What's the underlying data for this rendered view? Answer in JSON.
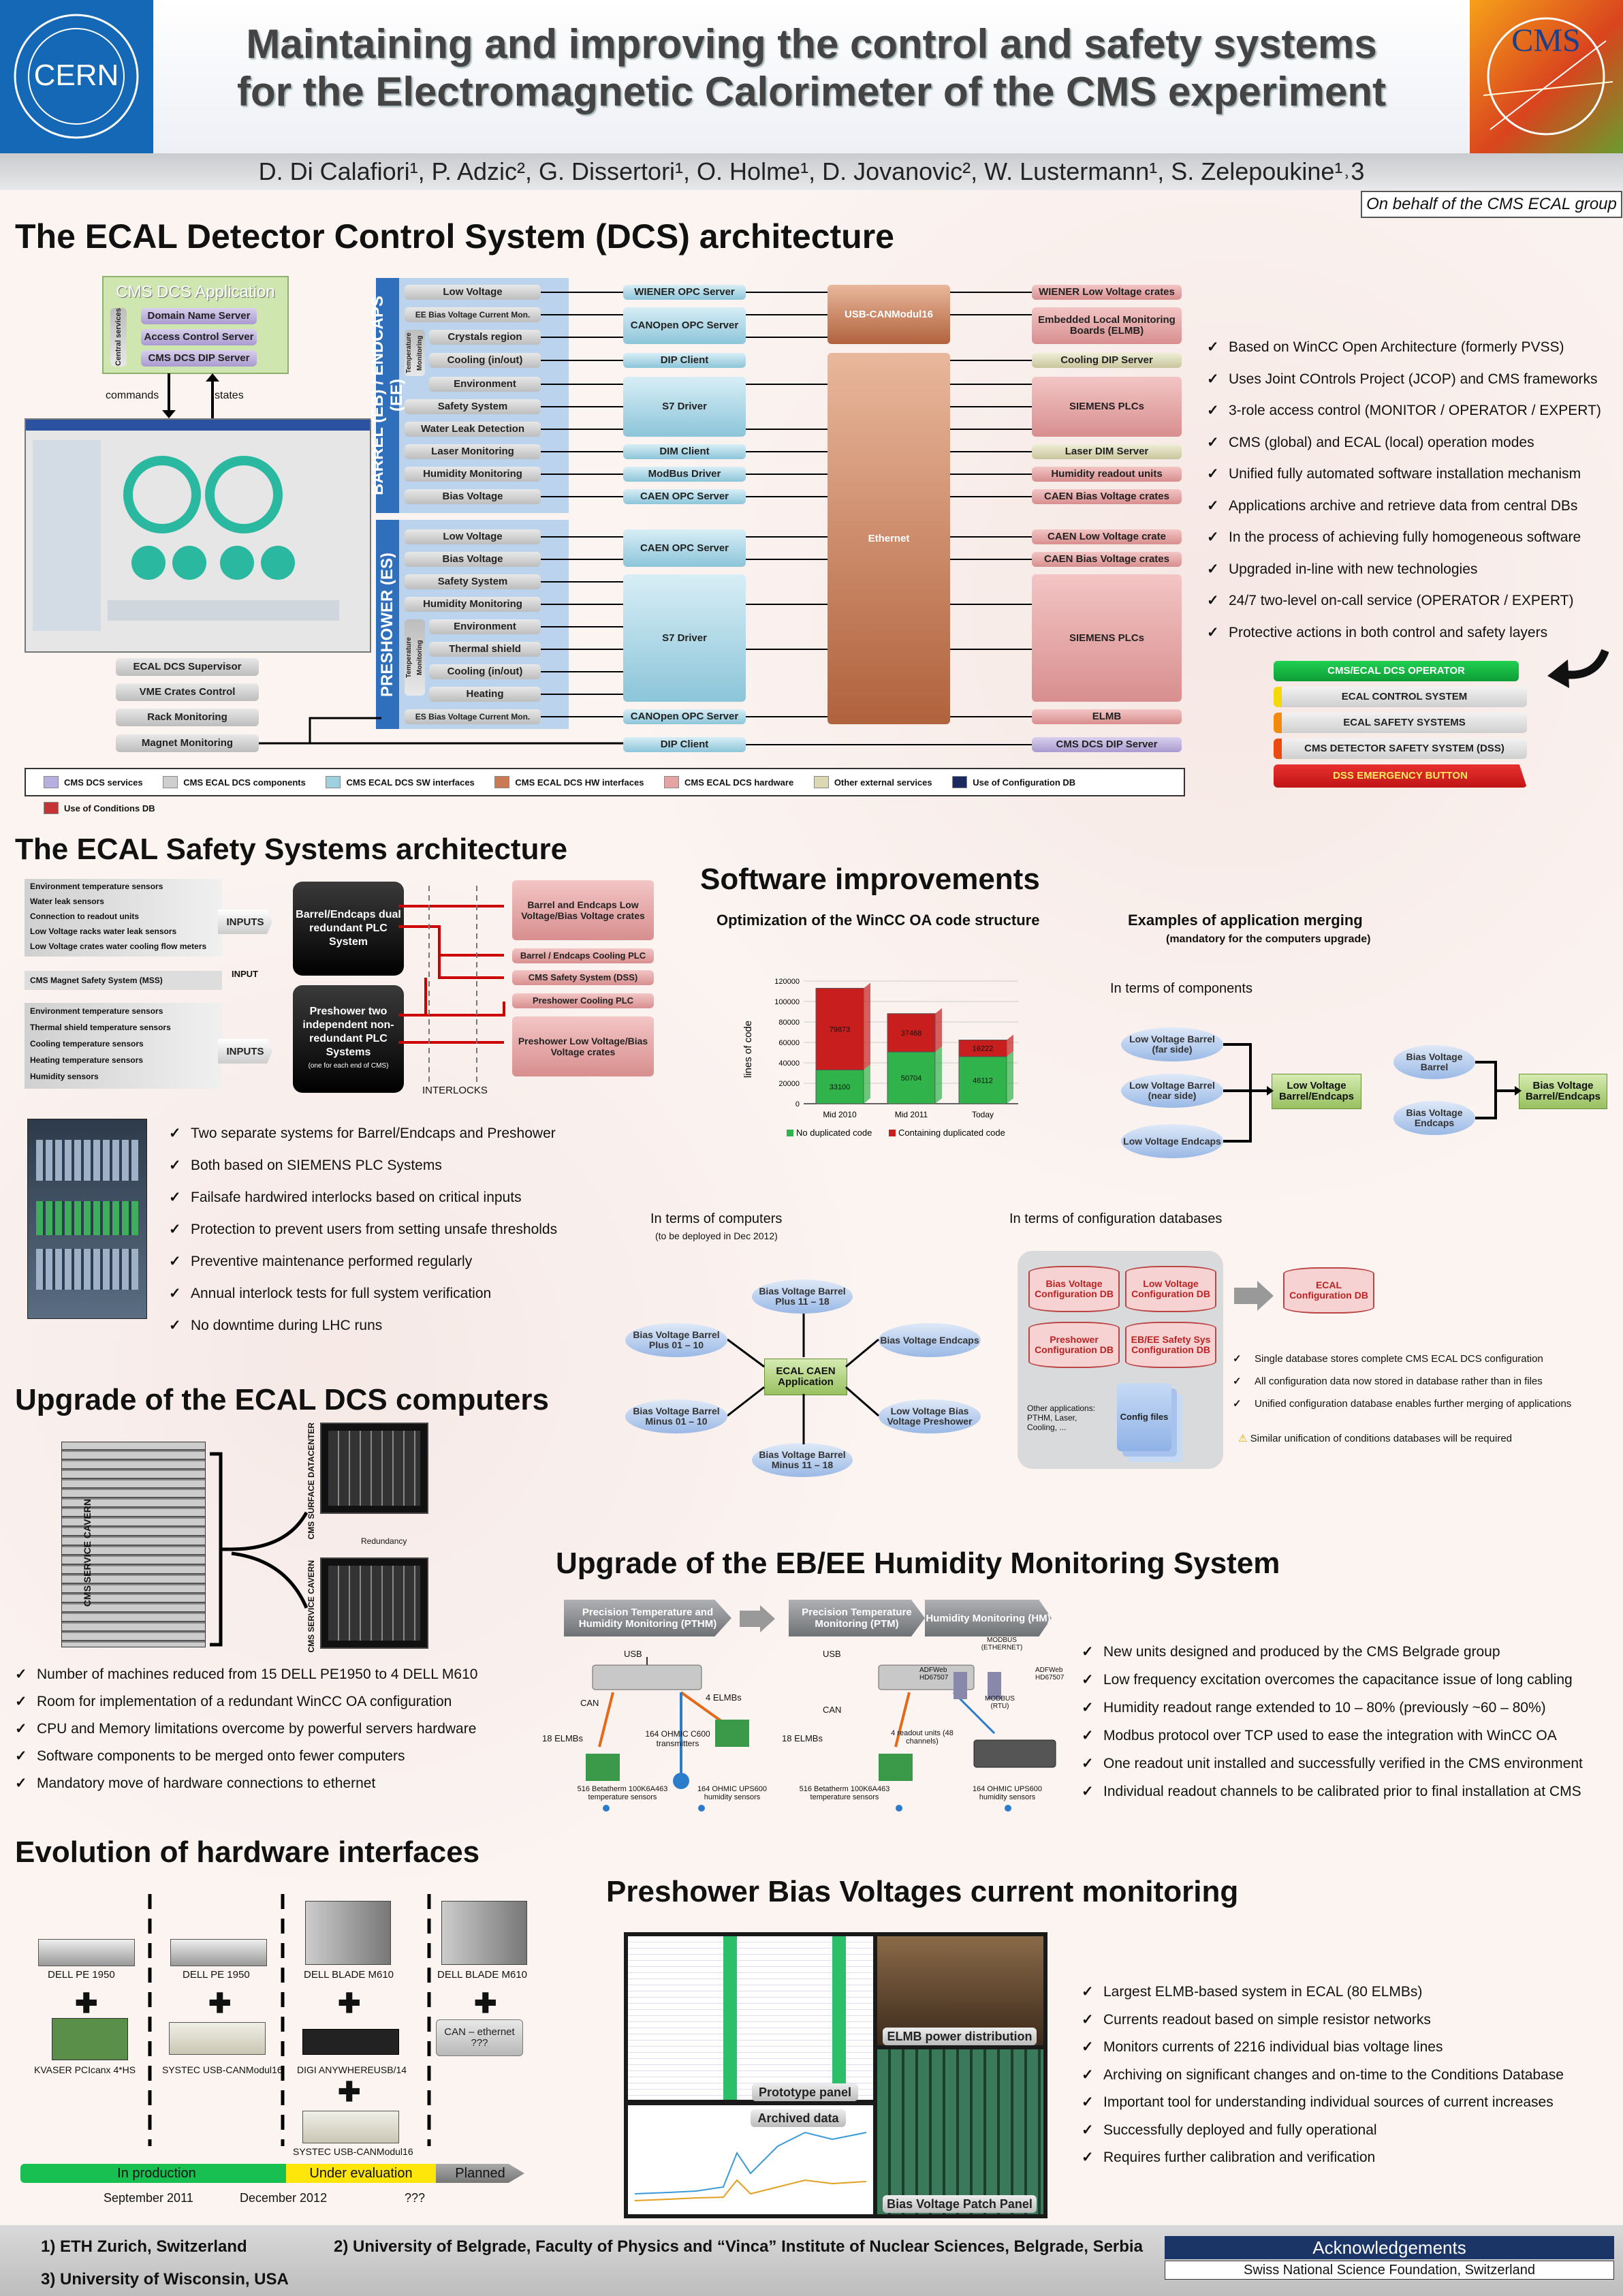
{
  "header": {
    "title_line1": "Maintaining and improving the control and safety systems",
    "title_line2": "for the Electromagnetic Calorimeter of the CMS experiment",
    "cern_logo": "CERN",
    "cms_logo": "CMS",
    "authors": "D. Di Calafiori¹, P. Adzic², G. Dissertori¹, O. Holme¹, D. Jovanovic², W. Lustermann¹, S. Zelepoukine¹˒3",
    "behalf": "On behalf of the CMS ECAL group"
  },
  "dcs": {
    "heading": "The ECAL Detector Control System (DCS) architecture",
    "app_title": "CMS DCS Application",
    "central_services": "Central services",
    "app_items": [
      "Domain Name Server",
      "Access Control Server",
      "CMS DCS DIP Server"
    ],
    "commands": "commands",
    "states": "states",
    "barrel_label": "BARREL (EB) / ENDCAPS (EE)",
    "preshower_label": "PRESHOWER (ES)",
    "temp_mon": "Temperature Monitoring",
    "barrel_components": [
      "Low Voltage",
      "EE Bias Voltage Current Mon.",
      "Crystals region",
      "Cooling (in/out)",
      "Environment",
      "Safety System",
      "Water Leak Detection",
      "Laser Monitoring",
      "Humidity Monitoring",
      "Bias Voltage"
    ],
    "preshower_components": [
      "Low Voltage",
      "Bias Voltage",
      "Safety System",
      "Humidity Monitoring",
      "Environment",
      "Thermal shield",
      "Cooling (in/out)",
      "Heating",
      "ES Bias Voltage Current Mon."
    ],
    "sw_interfaces": [
      "WIENER OPC Server",
      "CANOpen OPC Server",
      "DIP Client",
      "S7 Driver",
      "DIM Client",
      "ModBus Driver",
      "CAEN OPC Server",
      "CAEN OPC Server",
      "S7 Driver",
      "CANOpen OPC Server",
      "DIP Client"
    ],
    "hw_interfaces": [
      "USB-CANModul16",
      "Ethernet"
    ],
    "hardware": [
      "WIENER Low Voltage crates",
      "Embedded Local Monitoring Boards (ELMB)",
      "Cooling DIP Server",
      "SIEMENS PLCs",
      "Laser DIM Server",
      "Humidity readout units",
      "CAEN Bias Voltage crates",
      "CAEN Low Voltage crate",
      "CAEN Bias Voltage crates",
      "SIEMENS PLCs",
      "ELMB",
      "CMS DCS DIP Server"
    ],
    "supervisor": [
      "ECAL DCS Supervisor",
      "VME Crates Control",
      "Rack Monitoring",
      "Magnet Monitoring"
    ],
    "legend": [
      "CMS DCS services",
      "CMS ECAL DCS components",
      "CMS ECAL DCS SW interfaces",
      "CMS ECAL DCS HW interfaces",
      "CMS ECAL DCS hardware",
      "Other external services",
      "Use of Configuration DB",
      "Use of Conditions DB"
    ],
    "legend_colors": [
      "#b8aee0",
      "#cfcfcf",
      "#9fd0e0",
      "#c97a55",
      "#e6a3a3",
      "#dcd8b4",
      "#1b2a5e",
      "#c43434"
    ],
    "bullets": [
      "Based on WinCC Open Architecture (formerly PVSS)",
      "Uses Joint COntrols Project (JCOP) and CMS frameworks",
      "3-role access control (MONITOR / OPERATOR / EXPERT)",
      "CMS (global) and ECAL (local) operation modes",
      "Unified fully automated software installation mechanism",
      "Applications archive and retrieve data from central DBs",
      "In the process of achieving fully homogeneous software",
      "Upgraded in-line with new technologies",
      "24/7 two-level on-call service (OPERATOR / EXPERT)",
      "Protective actions in both control and safety layers"
    ],
    "pyramid": [
      "CMS/ECAL DCS OPERATOR",
      "ECAL CONTROL SYSTEM",
      "ECAL SAFETY SYSTEMS",
      "CMS DETECTOR SAFETY SYSTEM (DSS)",
      "DSS EMERGENCY BUTTON"
    ]
  },
  "safety": {
    "heading": "The ECAL Safety Systems architecture",
    "inputs_barrel": [
      "Environment temperature sensors",
      "Water leak sensors",
      "Connection to readout units",
      "Low Voltage racks water leak sensors",
      "Low Voltage crates water cooling flow meters"
    ],
    "mss": "CMS Magnet Safety System (MSS)",
    "inputs_preshower": [
      "Environment temperature sensors",
      "Thermal shield temperature sensors",
      "Cooling temperature sensors",
      "Heating temperature sensors",
      "Humidity sensors"
    ],
    "inputs_label": "INPUTS",
    "input_label": "INPUT",
    "plc1": "Barrel/Endcaps dual redundant PLC System",
    "plc2": "Preshower two independent non-redundant PLC Systems",
    "plc2_note": "(one for each end of CMS)",
    "interlocks": "INTERLOCKS",
    "targets": [
      "Barrel and Endcaps Low Voltage/Bias Voltage crates",
      "Barrel / Endcaps Cooling PLC",
      "CMS Safety System (DSS)",
      "Preshower Cooling PLC",
      "Preshower Low Voltage/Bias Voltage crates"
    ],
    "bullets": [
      "Two separate systems for Barrel/Endcaps and Preshower",
      "Both based on SIEMENS PLC Systems",
      "Failsafe hardwired interlocks based on critical inputs",
      "Protection to prevent users from setting unsafe thresholds",
      "Preventive maintenance performed regularly",
      "Annual interlock tests for full system verification",
      "No downtime during LHC runs"
    ]
  },
  "software": {
    "heading": "Software improvements",
    "opt_title": "Optimization of the WinCC OA code structure",
    "merge_title": "Examples of application merging",
    "merge_sub": "(mandatory for the computers upgrade)",
    "components_title": "In terms of components",
    "lv_inputs": [
      "Low Voltage Barrel (far side)",
      "Low Voltage Barrel (near side)",
      "Low Voltage Endcaps"
    ],
    "lv_output": "Low Voltage Barrel/Endcaps",
    "bv_inputs": [
      "Bias Voltage Barrel",
      "Bias Voltage Endcaps"
    ],
    "bv_output": "Bias Voltage Barrel/Endcaps",
    "computers_title": "In terms of computers",
    "computers_sub": "(to be deployed in Dec 2012)",
    "caen_center": "ECAL CAEN Application",
    "caen_nodes": [
      "Bias Voltage Barrel Plus 11 – 18",
      "Bias Voltage Endcaps",
      "Low Voltage Bias Voltage Preshower",
      "Bias Voltage Barrel Minus 11 – 18",
      "Bias Voltage Barrel Minus 01 – 10",
      "Bias Voltage Barrel Plus 01 – 10"
    ],
    "configdb_title": "In terms of configuration databases",
    "dbs": [
      "Bias Voltage Configuration DB",
      "Low Voltage Configuration DB",
      "Preshower Configuration DB",
      "EB/EE Safety Sys Configuration DB"
    ],
    "other_apps": "Other applications: PTHM, Laser, Cooling, ...",
    "config_files": "Config files",
    "ecal_db": "ECAL Configuration DB",
    "db_bullets": [
      "Single database stores complete CMS ECAL DCS configuration",
      "All configuration data now stored in database rather than in files",
      "Unified configuration database enables further merging of applications"
    ],
    "db_warning": "Similar unification of conditions databases will be required"
  },
  "chart_data": {
    "type": "bar",
    "stacked": true,
    "categories": [
      "Mid 2010",
      "Mid 2011",
      "Today"
    ],
    "series": [
      {
        "name": "No duplicated code",
        "values": [
          33100,
          50704,
          46112
        ],
        "color": "#2fb34a"
      },
      {
        "name": "Containing duplicated code",
        "values": [
          79873,
          37468,
          16222
        ],
        "color": "#c81e1e"
      }
    ],
    "ylabel": "lines of code",
    "ylim": [
      0,
      120000
    ],
    "yticks": [
      0,
      20000,
      40000,
      60000,
      80000,
      100000,
      120000
    ],
    "legend": "bottom"
  },
  "computers": {
    "heading": "Upgrade of the ECAL DCS computers",
    "service_cavern": "CMS SERVICE CAVERN",
    "surface_dc": "CMS SURFACE DATACENTER",
    "redundancy": "Redundancy",
    "bullets": [
      "Number of machines reduced from 15 DELL PE1950 to 4 DELL M610",
      "Room for implementation of a redundant WinCC OA configuration",
      "CPU and Memory limitations overcome by powerful servers hardware",
      "Software components to be merged onto fewer computers",
      "Mandatory move of hardware connections to ethernet"
    ]
  },
  "humidity": {
    "heading": "Upgrade of the EB/EE Humidity Monitoring System",
    "stages": [
      "Precision Temperature and Humidity Monitoring (PTHM)",
      "Precision Temperature Monitoring (PTM)",
      "Humidity Monitoring (HM)"
    ],
    "labels1": [
      "USB",
      "CAN",
      "4 ELMBs",
      "18 ELMBs",
      "164 OHMIC C600 transmitters",
      "516 Betatherm 100K6A463 temperature sensors",
      "164 OHMIC UPS600 humidity sensors"
    ],
    "labels2": [
      "USB",
      "CAN",
      "18 ELMBs",
      "516 Betatherm 100K6A463 temperature sensors"
    ],
    "labels3": [
      "MODBUS (ETHERNET)",
      "ADFWeb HD67507",
      "MODBUS (RTU)",
      "4 readout units (48 channels)",
      "164 OHMIC UPS600 humidity sensors"
    ],
    "bullets": [
      "New units designed and produced by the CMS Belgrade group",
      "Low frequency excitation overcomes the capacitance issue of long cabling",
      "Humidity readout range extended to 10 – 80% (previously ~60 – 80%)",
      "Modbus protocol over TCP used to ease the integration with WinCC OA",
      "One readout unit installed and successfully verified in the CMS environment",
      "Individual readout channels to be calibrated prior to final installation at CMS"
    ]
  },
  "evolution": {
    "heading": "Evolution of hardware interfaces",
    "computers": [
      "DELL PE 1950",
      "DELL PE 1950",
      "DELL BLADE M610",
      "DELL BLADE M610"
    ],
    "interfaces": [
      "KVASER PCIcanx 4*HS",
      "SYSTEC USB-CANModul16",
      "DIGI ANYWHEREUSB/14",
      "CAN – ethernet ???"
    ],
    "extra": "SYSTEC USB-CANModul16",
    "phases": [
      "In production",
      "Under evaluation",
      "Planned"
    ],
    "dates": [
      "September 2011",
      "December 2012",
      "???"
    ]
  },
  "preshower": {
    "heading": "Preshower Bias Voltages current monitoring",
    "photo_labels": [
      "Prototype panel",
      "Archived data",
      "ELMB power distribution",
      "Bias Voltage Patch Panel"
    ],
    "bullets": [
      "Largest ELMB-based system in ECAL (80 ELMBs)",
      "Currents readout based on simple resistor networks",
      "Monitors currents of 2216 individual bias voltage lines",
      "Archiving on significant changes and on-time to the Conditions Database",
      "Important tool for understanding individual sources of current increases",
      "Successfully deployed and fully operational",
      "Requires further calibration and verification"
    ]
  },
  "footer": {
    "aff1": "1) ETH Zurich, Switzerland",
    "aff2": "2) University of Belgrade, Faculty of Physics and “Vinca” Institute of Nuclear Sciences, Belgrade, Serbia",
    "aff3": "3) University of Wisconsin, USA",
    "ack_title": "Acknowledgements",
    "ack_text": "Swiss National Science Foundation, Switzerland"
  }
}
